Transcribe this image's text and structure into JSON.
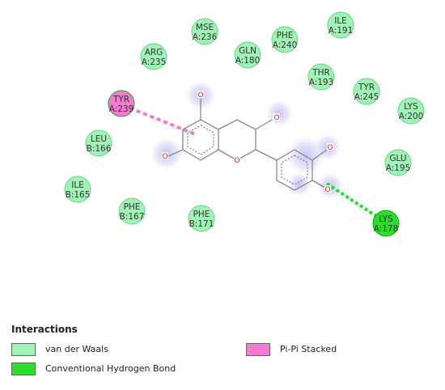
{
  "colors": {
    "van_der_waals": "#9ef3b5",
    "hydrogen_bond": "#2ade2a",
    "pi_pi": "#f77ad2",
    "residue_border": "#6ccf8b",
    "bond": "#888888",
    "oxygen": "#e0201b"
  },
  "residues": [
    {
      "line1": "MSE",
      "line2": "A:236",
      "type": "van_der_waals"
    },
    {
      "line1": "ILE",
      "line2": "A:191",
      "type": "van_der_waals"
    },
    {
      "line1": "PHE",
      "line2": "A:240",
      "type": "van_der_waals"
    },
    {
      "line1": "ARG",
      "line2": "A:235",
      "type": "van_der_waals"
    },
    {
      "line1": "GLN",
      "line2": "A:180",
      "type": "van_der_waals"
    },
    {
      "line1": "THR",
      "line2": "A:193",
      "type": "van_der_waals"
    },
    {
      "line1": "TYR",
      "line2": "A:245",
      "type": "van_der_waals"
    },
    {
      "line1": "LYS",
      "line2": "A:200",
      "type": "van_der_waals"
    },
    {
      "line1": "TYR",
      "line2": "A:239",
      "type": "pi_pi"
    },
    {
      "line1": "LEU",
      "line2": "B:166",
      "type": "van_der_waals"
    },
    {
      "line1": "GLU",
      "line2": "A:195",
      "type": "van_der_waals"
    },
    {
      "line1": "ILE",
      "line2": "B:165",
      "type": "van_der_waals"
    },
    {
      "line1": "PHE",
      "line2": "B:167",
      "type": "van_der_waals"
    },
    {
      "line1": "PHE",
      "line2": "B:171",
      "type": "van_der_waals"
    },
    {
      "line1": "LYS",
      "line2": "A:178",
      "type": "hydrogen_bond"
    }
  ],
  "atoms": {
    "oxygen": "O"
  },
  "legend": {
    "title": "Interactions",
    "items": [
      {
        "label": "van der Waals",
        "type": "van_der_waals"
      },
      {
        "label": "Conventional Hydrogen Bond",
        "type": "hydrogen_bond"
      },
      {
        "label": "Pi-Pi Stacked",
        "type": "pi_pi"
      }
    ]
  }
}
